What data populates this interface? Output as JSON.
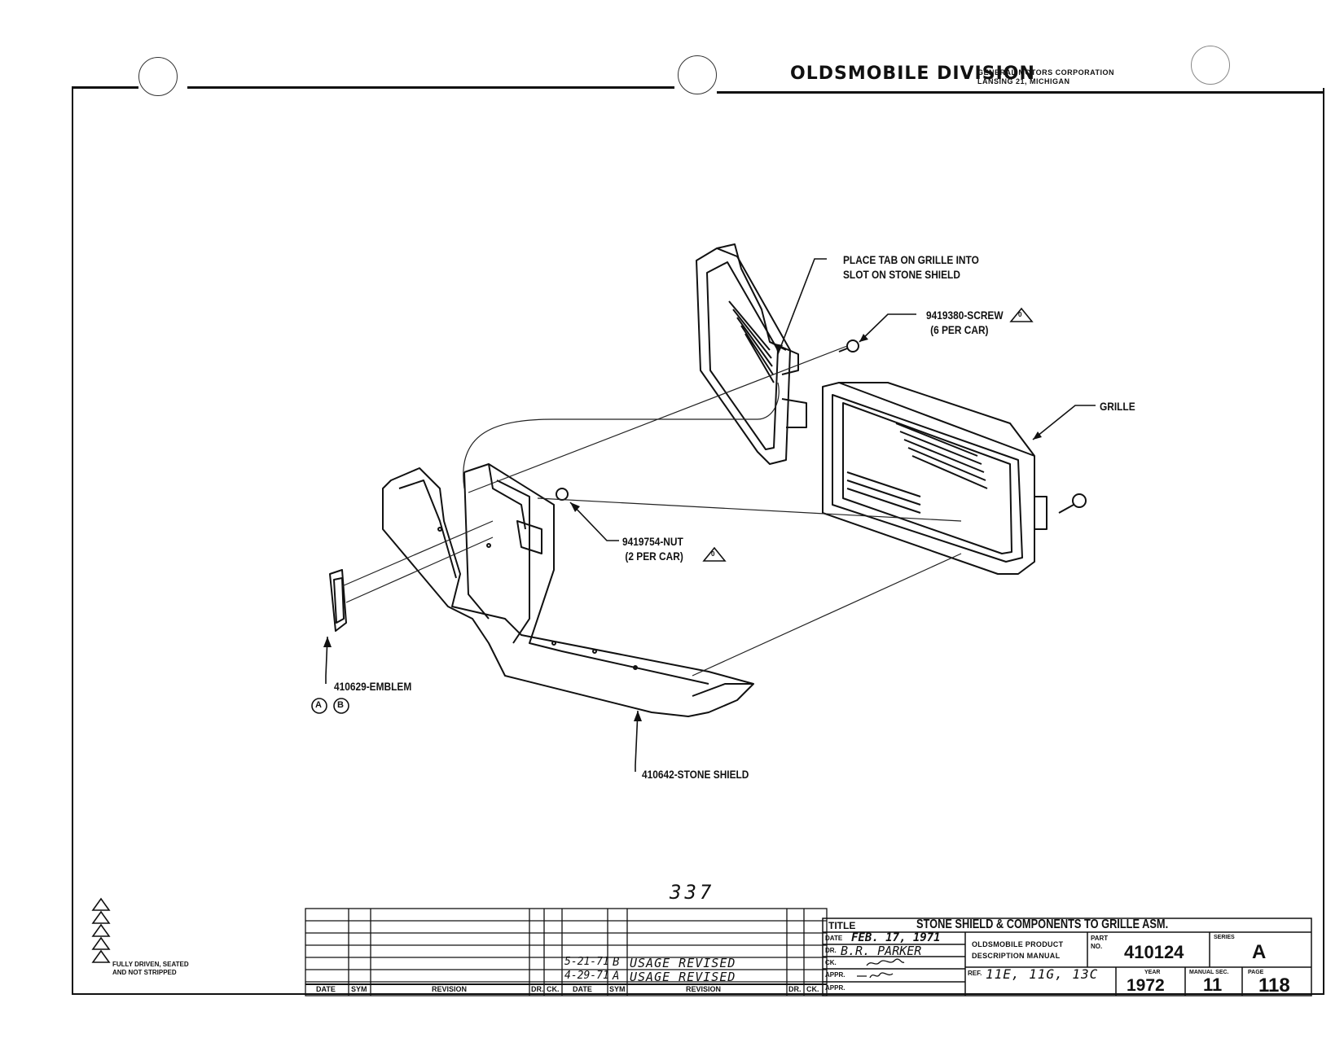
{
  "header": {
    "division": "OLDSMOBILE DIVISION",
    "corp_line1": "GENERAL MOTORS CORPORATION",
    "corp_line2": "LANSING 21, MICHIGAN"
  },
  "callouts": {
    "place_tab_1": "PLACE TAB ON GRILLE INTO",
    "place_tab_2": "SLOT ON STONE SHIELD",
    "screw": "9419380-SCREW",
    "screw_qty": "(6 PER CAR)",
    "grille": "GRILLE",
    "nut": "9419754-NUT",
    "nut_qty": "(2 PER CAR)",
    "emblem": "410629-EMBLEM",
    "stone_shield": "410642-STONE SHIELD",
    "circle_a": "A",
    "circle_b": "B",
    "triangle_symbol": "0"
  },
  "page_mark": "337",
  "legend": {
    "note_line1": "FULLY DRIVEN, SEATED",
    "note_line2": "AND NOT STRIPPED"
  },
  "revision_table": {
    "headers_left": [
      "DATE",
      "SYM",
      "REVISION",
      "DR.",
      "CK."
    ],
    "headers_right": [
      "DATE",
      "SYM",
      "REVISION",
      "DR.",
      "CK."
    ],
    "rows": [
      {
        "date": "5-21-71",
        "sym": "B",
        "revision": "USAGE REVISED"
      },
      {
        "date": "4-29-71",
        "sym": "A",
        "revision": "USAGE REVISED"
      }
    ]
  },
  "title_block": {
    "title_label": "TITLE",
    "title": "STONE SHIELD & COMPONENTS TO GRILLE ASM.",
    "date_label": "DATE",
    "date": "FEB. 17, 1971",
    "dr_label": "DR.",
    "dr": "B.R. PARKER",
    "ck_label": "CK.",
    "appr_label": "APPR.",
    "appr2_label": "APPR.",
    "manual_line1": "OLDSMOBILE PRODUCT",
    "manual_line2": "DESCRIPTION MANUAL",
    "part_label": "PART",
    "part_no_label": "NO.",
    "part_no": "410124",
    "series_label": "SERIES",
    "series": "A",
    "ref_label": "REF.",
    "ref": "11E, 11G, 13C",
    "year_label": "YEAR",
    "year": "1972",
    "manual_sec_label": "MANUAL SEC.",
    "manual_sec": "11",
    "page_label": "PAGE",
    "page": "118"
  }
}
